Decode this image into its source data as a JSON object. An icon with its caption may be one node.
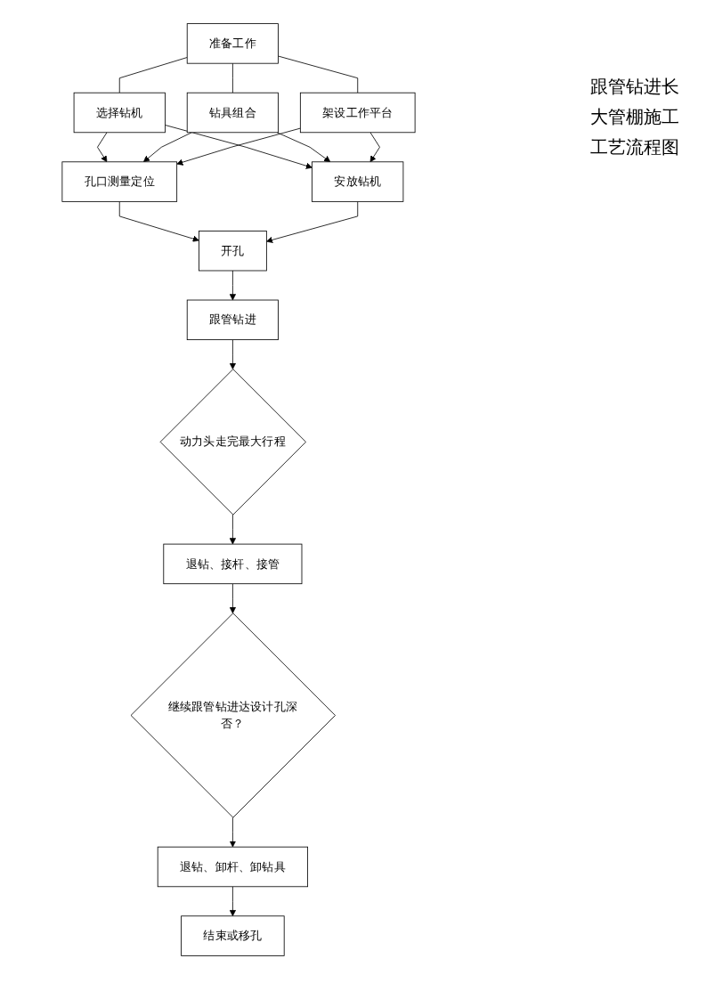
{
  "diagram": {
    "title": "跟管钻进长大管棚施工工艺流程图",
    "nodes": [
      {
        "text": [
          "准备工作"
        ]
      },
      {
        "text": [
          "选择钻机"
        ]
      },
      {
        "text": [
          "钻具组合"
        ]
      },
      {
        "text": [
          "架设工作平台"
        ]
      },
      {
        "text": [
          "孔口测量定位"
        ]
      },
      {
        "text": [
          "安放钻机"
        ]
      },
      {
        "text": [
          "开孔"
        ]
      },
      {
        "text": [
          "跟管钻进"
        ]
      },
      {
        "text": [
          "动力头走完最大行程"
        ]
      },
      {
        "text": [
          "退钻、接杆、接管"
        ]
      },
      {
        "text": [
          "继续跟管钻进达设计孔深否？"
        ]
      },
      {
        "text": [
          "退钻、卸杆、卸钻具"
        ]
      },
      {
        "text": [
          "结束或移孔"
        ]
      }
    ],
    "edges": [
      {
        "from": 0,
        "to": 1,
        "arrow": "none"
      },
      {
        "from": 0,
        "to": 2,
        "arrow": "none"
      },
      {
        "from": 0,
        "to": 3,
        "arrow": "none"
      },
      {
        "from": 1,
        "to": 4,
        "arrow": "to"
      },
      {
        "from": 2,
        "to": 4,
        "arrow": "to"
      },
      {
        "from": 3,
        "to": 4,
        "arrow": "to"
      },
      {
        "from": 1,
        "to": 5,
        "arrow": "to"
      },
      {
        "from": 2,
        "to": 5,
        "arrow": "to"
      },
      {
        "from": 3,
        "to": 5,
        "arrow": "to"
      },
      {
        "from": 4,
        "to": 6,
        "arrow": "to"
      },
      {
        "from": 5,
        "to": 6,
        "arrow": "to"
      },
      {
        "from": 6,
        "to": 7,
        "arrow": "to"
      },
      {
        "from": 7,
        "to": 8,
        "arrow": "to"
      },
      {
        "from": 8,
        "to": 9,
        "arrow": "to"
      },
      {
        "from": 9,
        "to": 10,
        "arrow": "to"
      },
      {
        "from": 10,
        "to": 11,
        "arrow": "to"
      },
      {
        "from": 11,
        "to": 12,
        "arrow": "to"
      }
    ]
  }
}
